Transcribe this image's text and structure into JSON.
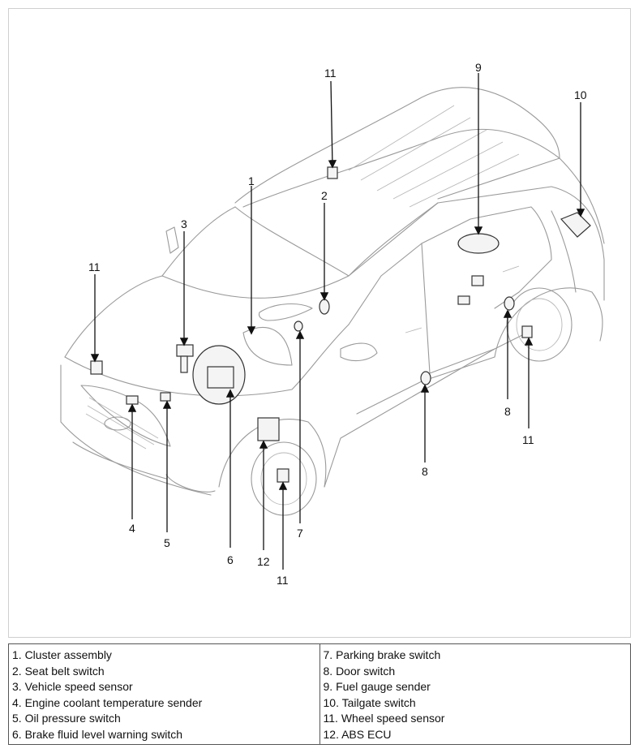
{
  "callouts": [
    "11",
    "9",
    "10",
    "1",
    "2",
    "3",
    "11",
    "8",
    "11",
    "4",
    "5",
    "6",
    "12",
    "11",
    "7",
    "8"
  ],
  "legend": {
    "left": [
      "1. Cluster assembly",
      "2. Seat belt switch",
      "3. Vehicle speed sensor",
      "4. Engine coolant temperature sender",
      "5. Oil pressure switch",
      "6. Brake fluid level warning switch"
    ],
    "right": [
      "7. Parking brake switch",
      "8. Door switch",
      "9. Fuel gauge sender",
      "10. Tailgate switch",
      "11. Wheel speed sensor",
      "12. ABS ECU"
    ]
  }
}
